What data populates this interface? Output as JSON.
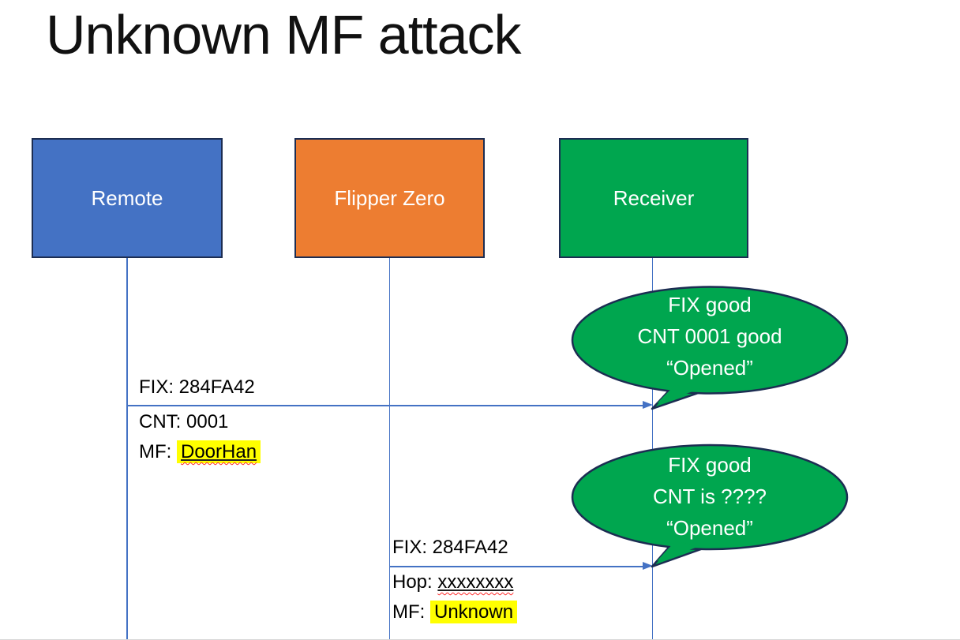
{
  "title": "Unknown MF attack",
  "actors": [
    {
      "label": "Remote",
      "fill": "#4472C4"
    },
    {
      "label": "Flipper Zero",
      "fill": "#ED7D31"
    },
    {
      "label": "Receiver",
      "fill": "#00A64F"
    }
  ],
  "messages": [
    {
      "above": "FIX: 284FA42",
      "line2_prefix": "CNT: ",
      "line2_value": "0001",
      "line3_prefix": "MF: ",
      "line3_value": "DoorHan"
    },
    {
      "above": "FIX: 284FA42",
      "line2_prefix": "Hop: ",
      "line2_value": "xxxxxxxx",
      "line3_prefix": "MF: ",
      "line3_value": "Unknown"
    }
  ],
  "callouts": [
    {
      "line1": "FIX good",
      "line2": "CNT 0001 good",
      "line3": "“Opened”"
    },
    {
      "line1": "FIX good",
      "line2": "CNT is ????",
      "line3": "“Opened”"
    }
  ],
  "colors": {
    "accent_blue": "#4472C4",
    "accent_orange": "#ED7D31",
    "accent_green": "#00A64F",
    "shape_border": "#1C2D52",
    "connector": "#4472C4",
    "highlight": "#FFFF00",
    "spellcheck_squiggle": "#FF2A2A",
    "text_dark": "#111111",
    "text_light": "#FFFFFF"
  }
}
